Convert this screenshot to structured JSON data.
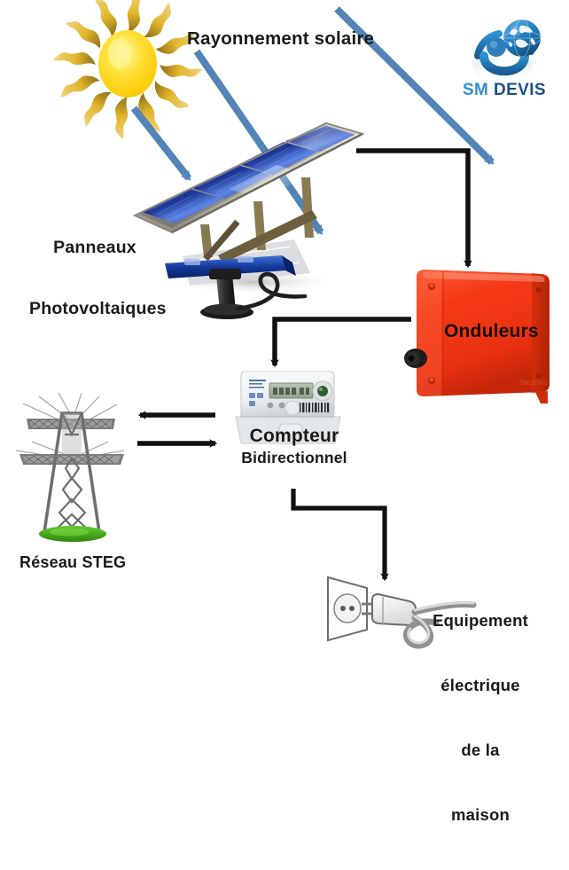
{
  "diagram": {
    "title": "Schema d'installation photovoltaique raccordee au reseau",
    "background": "#ffffff",
    "labels": {
      "solar_radiation": "Rayonnement solaire",
      "panels_line1": "Panneaux",
      "panels_line2": "Photovoltaiques",
      "inverter": "Onduleurs",
      "meter_line1": "Compteur",
      "meter_line2": "Bidirectionnel",
      "grid": "Réseau STEG",
      "equipment_line1": "Equipement",
      "equipment_line2": "électrique",
      "equipment_line3": "de la",
      "equipment_line4": "maison"
    },
    "colors": {
      "text": "#1a1a1a",
      "arrow_black": "#111111",
      "ray_blue": "#4a7eb5",
      "panel_blue": "#1f3fa0",
      "panel_blue_light": "#4a6fd0",
      "inverter_red": "#f03a20",
      "inverter_red_dark": "#c32a12",
      "sun_yellow": "#ffd400",
      "sun_yellow_light": "#ffe96a",
      "sun_ray": "#d9a400",
      "tower_gray": "#6e6e6e",
      "grass_green": "#3da518",
      "meter_white": "#eef0f2",
      "logo_light_blue": "#2f8fd0",
      "logo_dark_blue": "#1b4f86"
    }
  },
  "logo": {
    "name": "SM DEVIS",
    "text_part1": "SM ",
    "text_part2": "DEVIS"
  },
  "nodes": [
    {
      "id": "sun",
      "label": "Rayonnement solaire",
      "icon": "sun-icon"
    },
    {
      "id": "panels",
      "label": "Panneaux Photovoltaiques",
      "icon": "solar-panel-icon"
    },
    {
      "id": "inverter",
      "label": "Onduleurs",
      "icon": "inverter-icon"
    },
    {
      "id": "meter",
      "label": "Compteur Bidirectionnel",
      "icon": "electric-meter-icon"
    },
    {
      "id": "grid",
      "label": "Réseau STEG",
      "icon": "transmission-tower-icon"
    },
    {
      "id": "equipment",
      "label": "Equipement électrique de la maison",
      "icon": "wall-socket-plug-icon"
    }
  ],
  "connections": [
    {
      "from": "sun",
      "to": "panels",
      "style": "ray",
      "direction": "one-way",
      "color": "#4a7eb5"
    },
    {
      "from": "panels",
      "to": "inverter",
      "style": "elbow",
      "direction": "one-way",
      "color": "#111111"
    },
    {
      "from": "inverter",
      "to": "meter",
      "style": "elbow",
      "direction": "one-way",
      "color": "#111111"
    },
    {
      "from": "meter",
      "to": "grid",
      "style": "straight",
      "direction": "two-way",
      "color": "#111111"
    },
    {
      "from": "meter",
      "to": "equipment",
      "style": "elbow",
      "direction": "one-way",
      "color": "#111111"
    }
  ]
}
